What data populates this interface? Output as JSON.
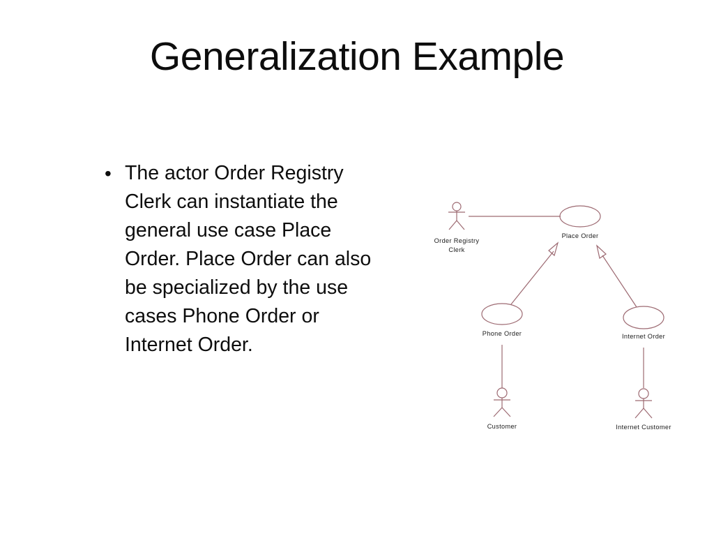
{
  "slide": {
    "title": "Generalization Example",
    "background_color": "#ffffff",
    "title_color": "#0d0d0d"
  },
  "body": {
    "bullet_glyph": "•",
    "bullet_text": "The actor Order Registry Clerk can instantiate the general use case Place Order. Place Order can also be specialized by the use cases Phone Order or Internet Order."
  },
  "diagram": {
    "type": "uml-use-case-diagram",
    "line_color": "#9d6a72",
    "label_color": "#1a1a1a",
    "actors": [
      {
        "id": "order-registry-clerk",
        "label_line1": "Order Registry",
        "label_line2": "Clerk"
      },
      {
        "id": "customer",
        "label_line1": "Customer",
        "label_line2": ""
      },
      {
        "id": "internet-customer",
        "label_line1": "Internet Customer",
        "label_line2": ""
      }
    ],
    "use_cases": [
      {
        "id": "place-order",
        "label": "Place Order"
      },
      {
        "id": "phone-order",
        "label": "Phone Order"
      },
      {
        "id": "internet-order",
        "label": "Internet Order"
      }
    ],
    "relationships": [
      {
        "type": "association",
        "from": "order-registry-clerk",
        "to": "place-order"
      },
      {
        "type": "generalization",
        "from": "phone-order",
        "to": "place-order"
      },
      {
        "type": "generalization",
        "from": "internet-order",
        "to": "place-order"
      },
      {
        "type": "association",
        "from": "customer",
        "to": "phone-order"
      },
      {
        "type": "association",
        "from": "internet-customer",
        "to": "internet-order"
      }
    ]
  }
}
